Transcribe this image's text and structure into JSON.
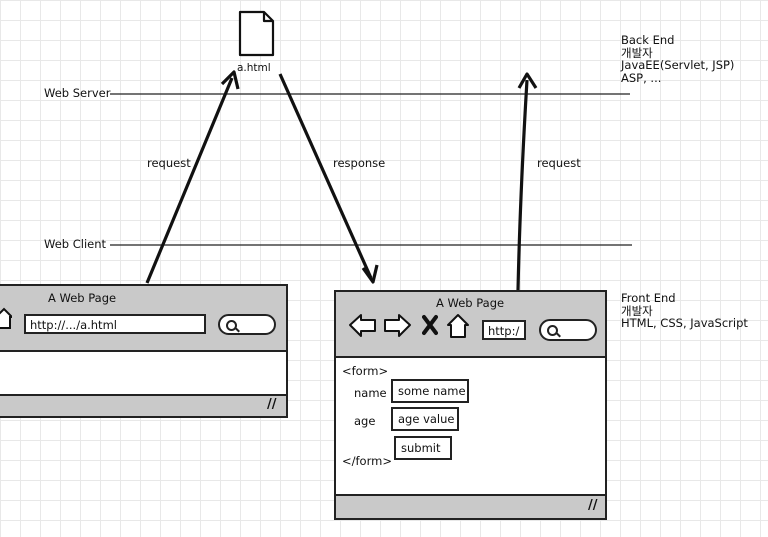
{
  "file": {
    "icon": "file-icon",
    "name": "a.html"
  },
  "layers": {
    "server": "Web Server",
    "client": "Web Client"
  },
  "arrows": {
    "request_left": "request",
    "response": "response",
    "request_right": "request"
  },
  "backend_note": [
    "Back End",
    "개발자",
    "JavaEE(Servlet, JSP)",
    "ASP, ..."
  ],
  "frontend_note": [
    "Front End",
    "개발자",
    "HTML, CSS, JavaScript"
  ],
  "left_browser": {
    "title": "A Web Page",
    "url": "http://.../a.html"
  },
  "right_browser": {
    "title": "A Web Page",
    "url": "http:/",
    "nav_icons": [
      "back-arrow-icon",
      "forward-arrow-icon",
      "close-icon",
      "home-icon"
    ],
    "form": {
      "open_tag": "<form>",
      "name_label": "name",
      "name_value": "some name",
      "age_label": "age",
      "age_value": "age value",
      "submit": "submit",
      "close_tag": "</form>"
    }
  }
}
